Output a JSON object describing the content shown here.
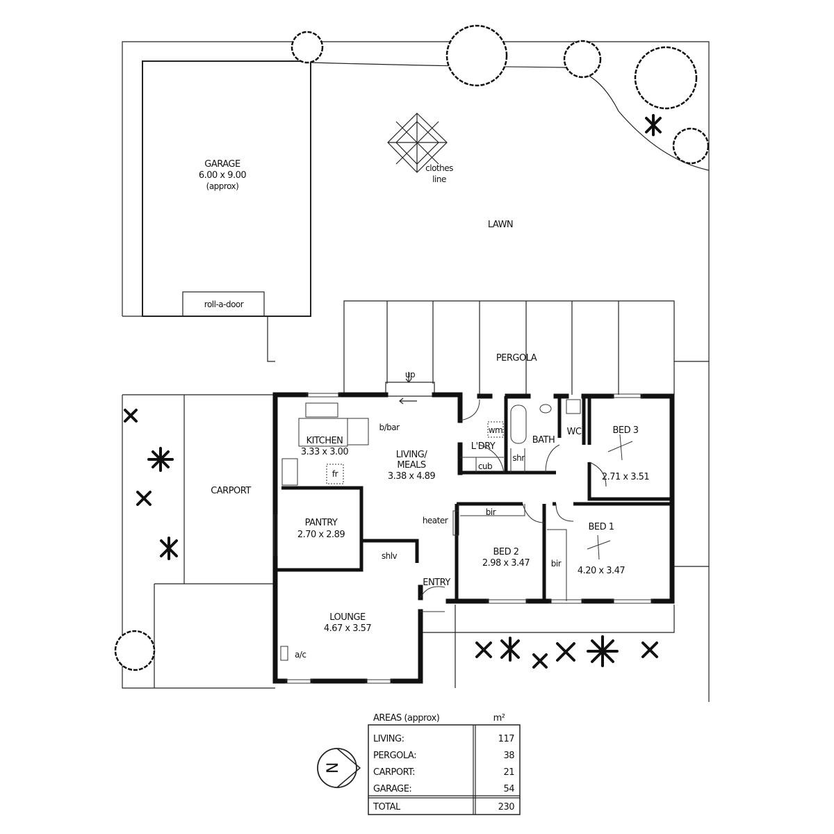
{
  "plan": {
    "garage": {
      "name": "GARAGE",
      "size": "6.00 x 9.00",
      "note": "(approx)",
      "door": "roll-a-door"
    },
    "clothes_line": [
      "clothes",
      "line"
    ],
    "lawn": "LAWN",
    "pergola": "PERGOLA",
    "carport": "CARPORT",
    "up": "up",
    "kitchen": {
      "name": "KITCHEN",
      "size": "3.33 x 3.00"
    },
    "bbar": "b/bar",
    "fridge": "fr",
    "living": {
      "name1": "LIVING/",
      "name2": "MEALS",
      "size": "3.38 x 4.89"
    },
    "laundry": "L'DRY",
    "wm": "wm",
    "cub": "cub",
    "bath": "BATH",
    "shr": "shr",
    "wc": "WC",
    "bed3": {
      "name": "BED 3",
      "size": "2.71 x 3.51"
    },
    "pantry": {
      "name": "PANTRY",
      "size": "2.70 x 2.89"
    },
    "heater": "heater",
    "bed2": {
      "name": "BED 2",
      "size": "2.98 x 3.47",
      "robe": "bir"
    },
    "bed1": {
      "name": "BED 1",
      "size": "4.20 x 3.47",
      "robe": "bir"
    },
    "shlv": "shlv",
    "entry": "ENTRY",
    "lounge": {
      "name": "LOUNGE",
      "size": "4.67 x 3.57",
      "ac": "a/c"
    }
  },
  "north": "N",
  "areas": {
    "title": "AREAS (approx)",
    "unit": "m²",
    "rows": [
      {
        "label": "LIVING:",
        "value": "117"
      },
      {
        "label": "PERGOLA:",
        "value": "38"
      },
      {
        "label": "CARPORT:",
        "value": "21"
      },
      {
        "label": "GARAGE:",
        "value": "54"
      }
    ],
    "total": {
      "label": "TOTAL",
      "value": "230"
    }
  }
}
